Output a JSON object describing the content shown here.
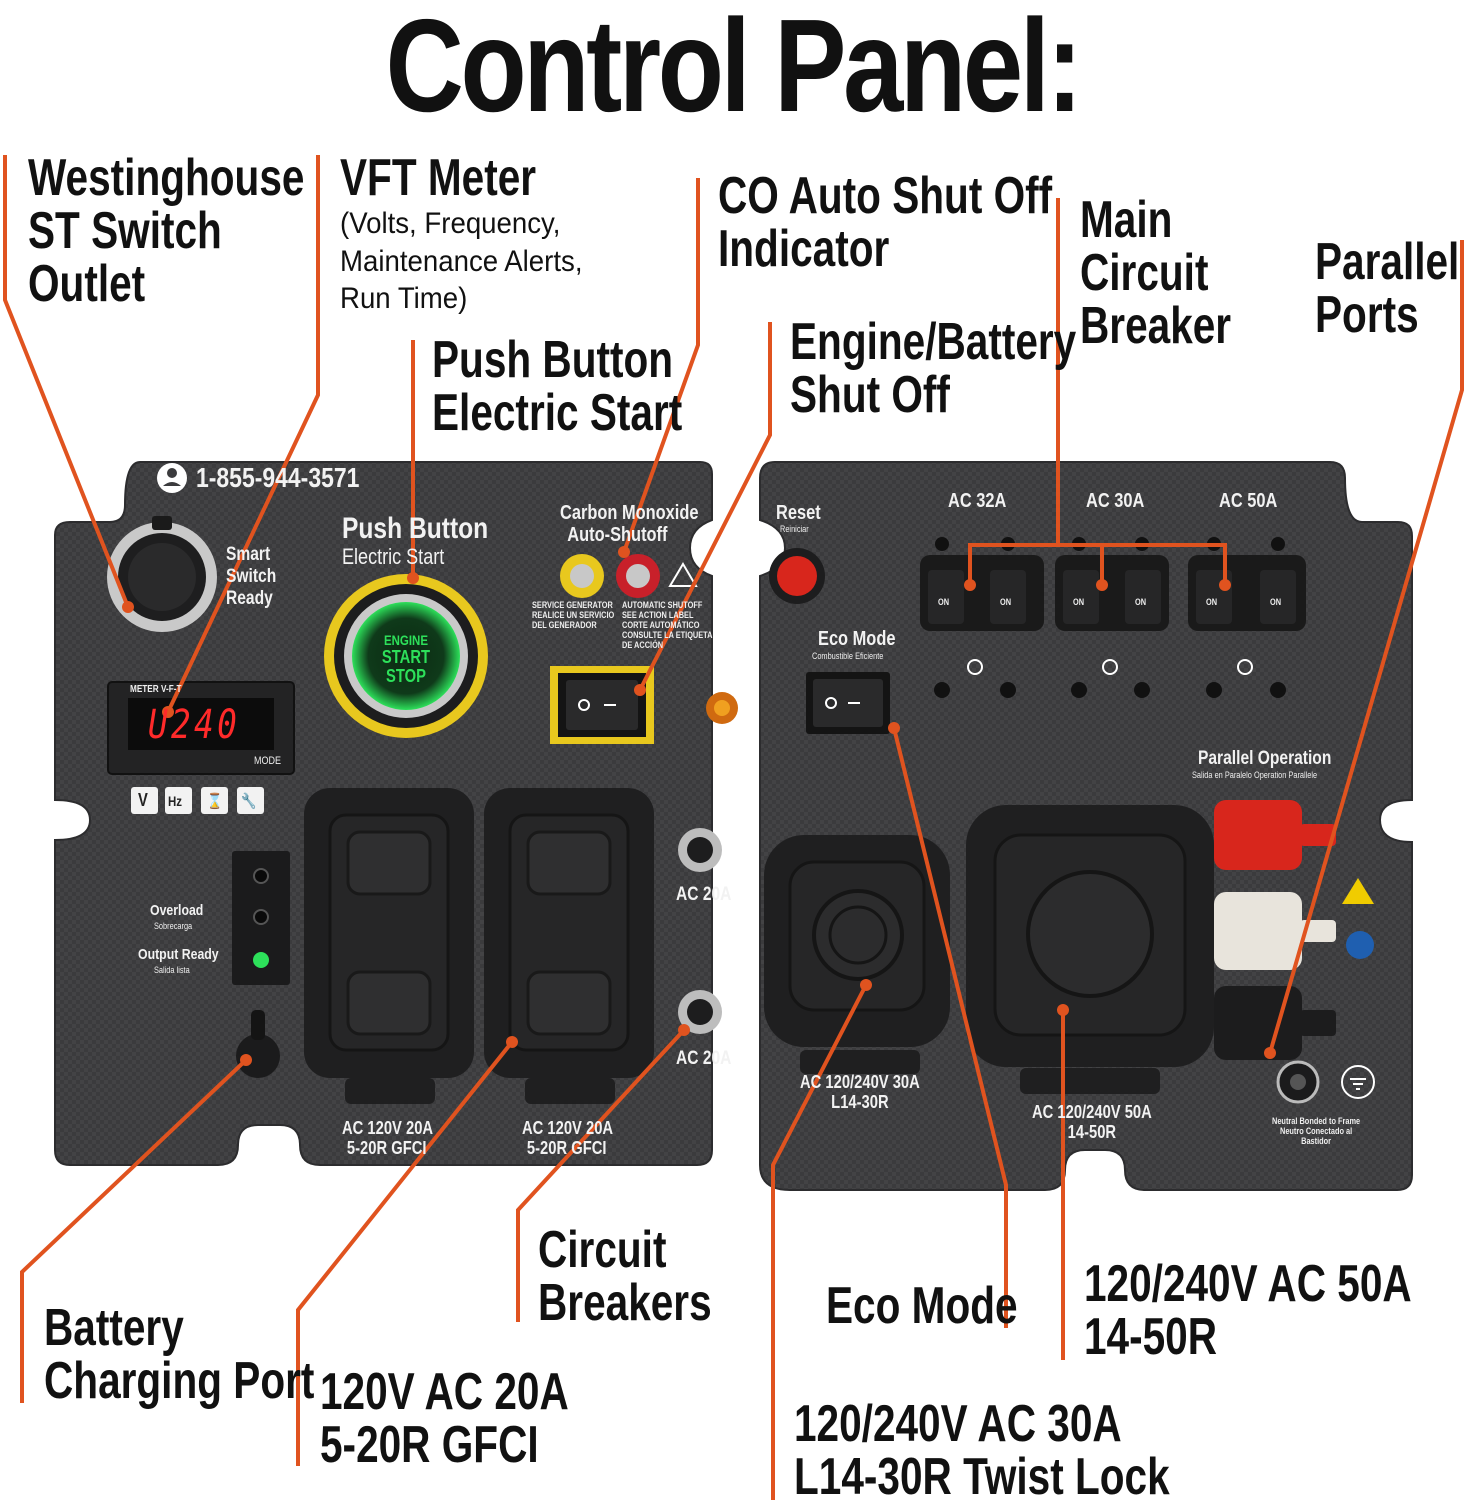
{
  "title": "Control Panel:",
  "callouts": {
    "westinghouse_outlet": [
      "Westinghouse",
      "ST Switch",
      "Outlet"
    ],
    "vft_meter": {
      "title": "VFT Meter",
      "sub": [
        "(Volts, Frequency,",
        "Maintenance Alerts,",
        "Run Time)"
      ]
    },
    "push_button": [
      "Push Button",
      "Electric Start"
    ],
    "co_indicator": [
      "CO Auto Shut Off",
      "Indicator"
    ],
    "engine_battery": [
      "Engine/Battery",
      "Shut Off"
    ],
    "main_breaker": [
      "Main",
      "Circuit",
      "Breaker"
    ],
    "parallel_ports": [
      "Parallel",
      "Ports"
    ],
    "battery_port": [
      "Battery",
      "Charging Port"
    ],
    "gfci": [
      "120V AC 20A",
      "5-20R GFCI"
    ],
    "circuit_breakers": [
      "Circuit",
      "Breakers"
    ],
    "eco_mode": [
      "Eco Mode"
    ],
    "l14_30": [
      "120/240V AC 30A",
      "L14-30R Twist Lock"
    ],
    "r14_50": [
      "120/240V AC 50A",
      "14-50R"
    ]
  },
  "panel": {
    "phone": "1-855-944-3571",
    "smart_switch": [
      "Smart",
      "Switch",
      "Ready"
    ],
    "push_button_label": "Push Button",
    "push_button_sub": "Electric Start",
    "engine_button": [
      "ENGINE",
      "START",
      "STOP"
    ],
    "co_label": [
      "Carbon Monoxide",
      "Auto-Shutoff"
    ],
    "service_text": [
      "SERVICE GENERATOR",
      "REALICE UN SERVICIO",
      "DEL GENERADOR"
    ],
    "auto_shutoff_text": [
      "AUTOMATIC SHUTOFF",
      "SEE ACTION LABEL",
      "CORTE AUTOMÁTICO",
      "CONSULTE LA ETIQUETA",
      "DE ACCIÓN"
    ],
    "reset": "Reset",
    "reset_sub": "Reiniciar",
    "eco_label": "Eco Mode",
    "eco_sub": "Combustible Eficiente",
    "breakers": [
      "AC 32A",
      "AC 30A",
      "AC 50A"
    ],
    "on": "ON",
    "meter_label": "METER V-F-T",
    "meter_display": "U240",
    "meter_mode": "MODE",
    "meter_buttons": [
      "V",
      "Hz",
      "⌛",
      "🔧"
    ],
    "overload": "Overload",
    "overload_sub": "Sobrecarga",
    "output_ready": "Output Ready",
    "output_ready_sub": "Salida lista",
    "ac20a": "AC 20A",
    "gfci_label": [
      "AC 120V 20A",
      "5-20R GFCI"
    ],
    "l14_label": [
      "AC 120/240V 30A",
      "L14-30R"
    ],
    "r14_label": [
      "AC 120/240V 50A",
      "14-50R"
    ],
    "parallel_label": "Parallel Operation",
    "parallel_sub": "Salida en Paralelo Operation Parallele",
    "neutral_label": [
      "Neutral Bonded to Frame",
      "Neutro Conectado al",
      "Bastidor"
    ]
  },
  "colors": {
    "accent": "#e0531f",
    "panel": "#3a3a3c",
    "ink": "#111111",
    "start_green": "#2de05a",
    "start_ring": "#e8c81e",
    "reset_red": "#d8261c",
    "display_red": "#ff2a2a"
  }
}
